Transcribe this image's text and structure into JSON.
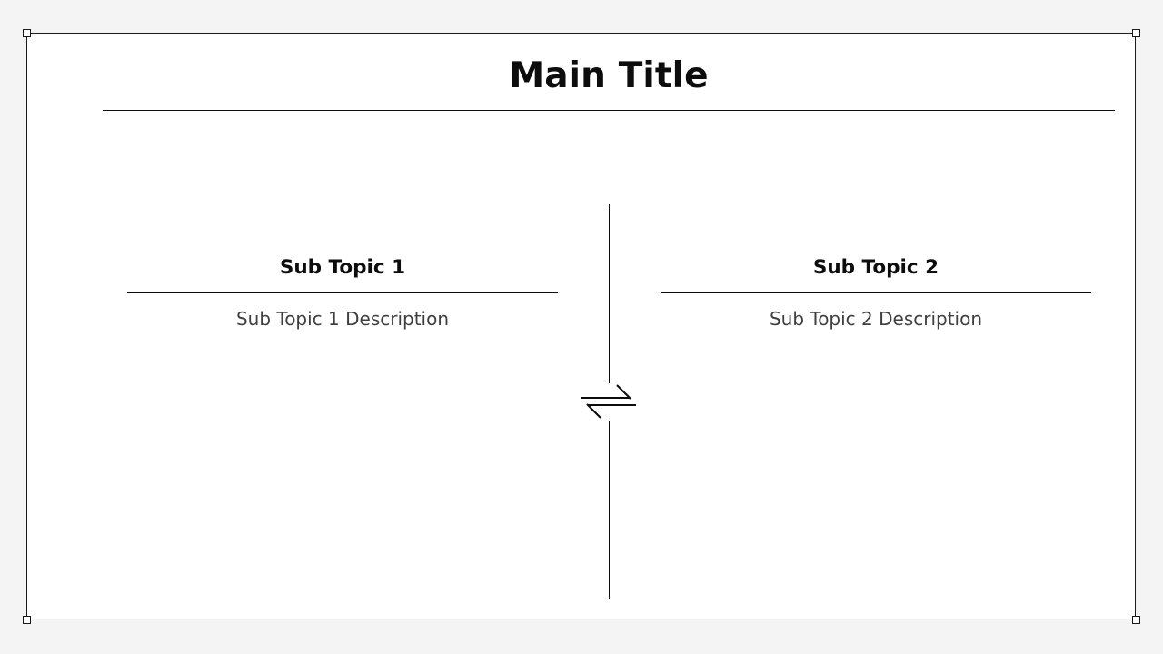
{
  "slide": {
    "title": "Main Title",
    "columns": [
      {
        "heading": "Sub Topic 1",
        "description": "Sub Topic 1 Description"
      },
      {
        "heading": "Sub Topic 2",
        "description": "Sub Topic 2 Description"
      }
    ],
    "center_icon": "equilibrium-arrows-icon",
    "colors": {
      "canvas_background": "#f4f4f4",
      "slide_background": "#ffffff",
      "slide_border": "#1a1a1a",
      "title_text": "#0d0d0d",
      "heading_text": "#0d0d0d",
      "description_text": "#3f3f3f",
      "rule_line": "#0d0d0d",
      "handle_fill": "#ffffff",
      "handle_border": "#1a1a1a"
    }
  }
}
